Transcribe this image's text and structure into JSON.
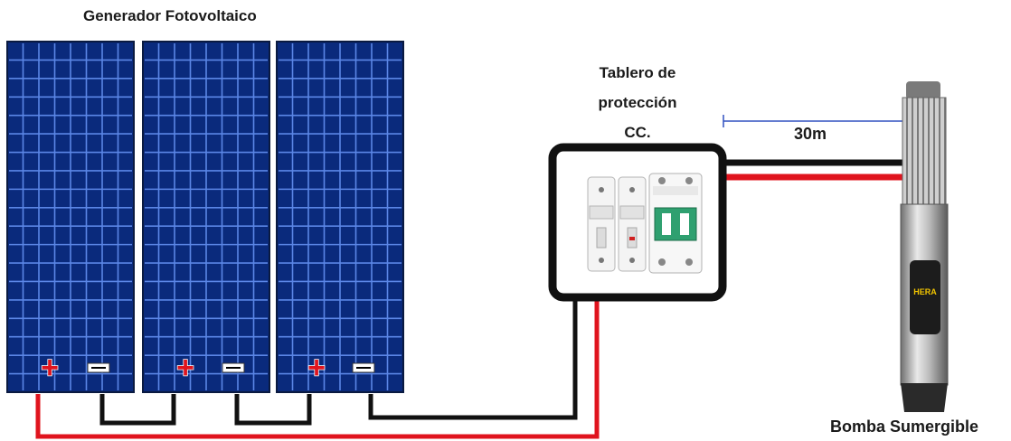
{
  "title": "Generador Fotovoltaico",
  "board": {
    "line1": "Tablero de",
    "line2": "protección",
    "line3": "CC."
  },
  "cable": {
    "distance": "30m",
    "wire_colors": [
      "#000000",
      "#e0141e"
    ]
  },
  "pump": {
    "label": "Bomba Sumergible",
    "brand": "HERA"
  },
  "panels": [
    {
      "positive": "+",
      "negative": "−"
    },
    {
      "positive": "+",
      "negative": "−"
    },
    {
      "positive": "+",
      "negative": "−"
    }
  ],
  "colors": {
    "panel": "#0a2a7c",
    "grid": "#5b86e6",
    "positive": "#e0141e",
    "negative": "#000000"
  }
}
